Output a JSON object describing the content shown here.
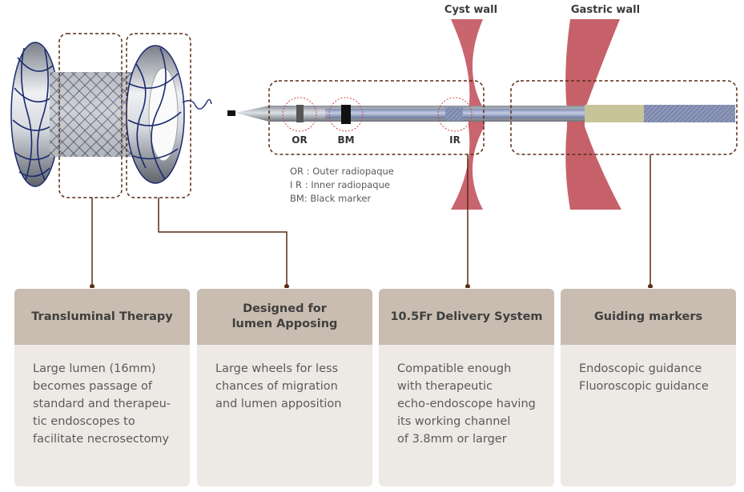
{
  "labels": {
    "cyst_wall": "Cyst wall",
    "gastric_wall": "Gastric wall",
    "or": "OR",
    "bm": "BM",
    "ir": "IR"
  },
  "legend": [
    "OR : Outer radiopaque",
    "I R : Inner radiopaque",
    "BM: Black marker"
  ],
  "cards": [
    {
      "title_lines": [
        "Transluminal Therapy"
      ],
      "body_lines": [
        "Large lumen (16mm)",
        "becomes passage of",
        "standard and therapeu-",
        "tic endoscopes to",
        "facilitate necrosectomy"
      ]
    },
    {
      "title_lines": [
        "Designed for",
        "lumen Apposing"
      ],
      "body_lines": [
        "Large wheels for less",
        "chances of migration",
        "and lumen apposition"
      ]
    },
    {
      "title_lines": [
        "10.5Fr Delivery System"
      ],
      "body_lines": [
        "Compatible enough",
        "with therapeutic",
        "echo-endoscope having",
        "its working channel",
        "of 3.8mm or larger"
      ]
    },
    {
      "title_lines": [
        "Guiding markers"
      ],
      "body_lines": [
        "Endoscopic guidance",
        "Fluoroscopic guidance"
      ]
    }
  ],
  "colors": {
    "wall": "#c0505a",
    "card_head": "#c9bcb0",
    "card_body": "#ede9e5",
    "connector": "#5b2c14",
    "stent_mesh": "#1c2a6e"
  }
}
